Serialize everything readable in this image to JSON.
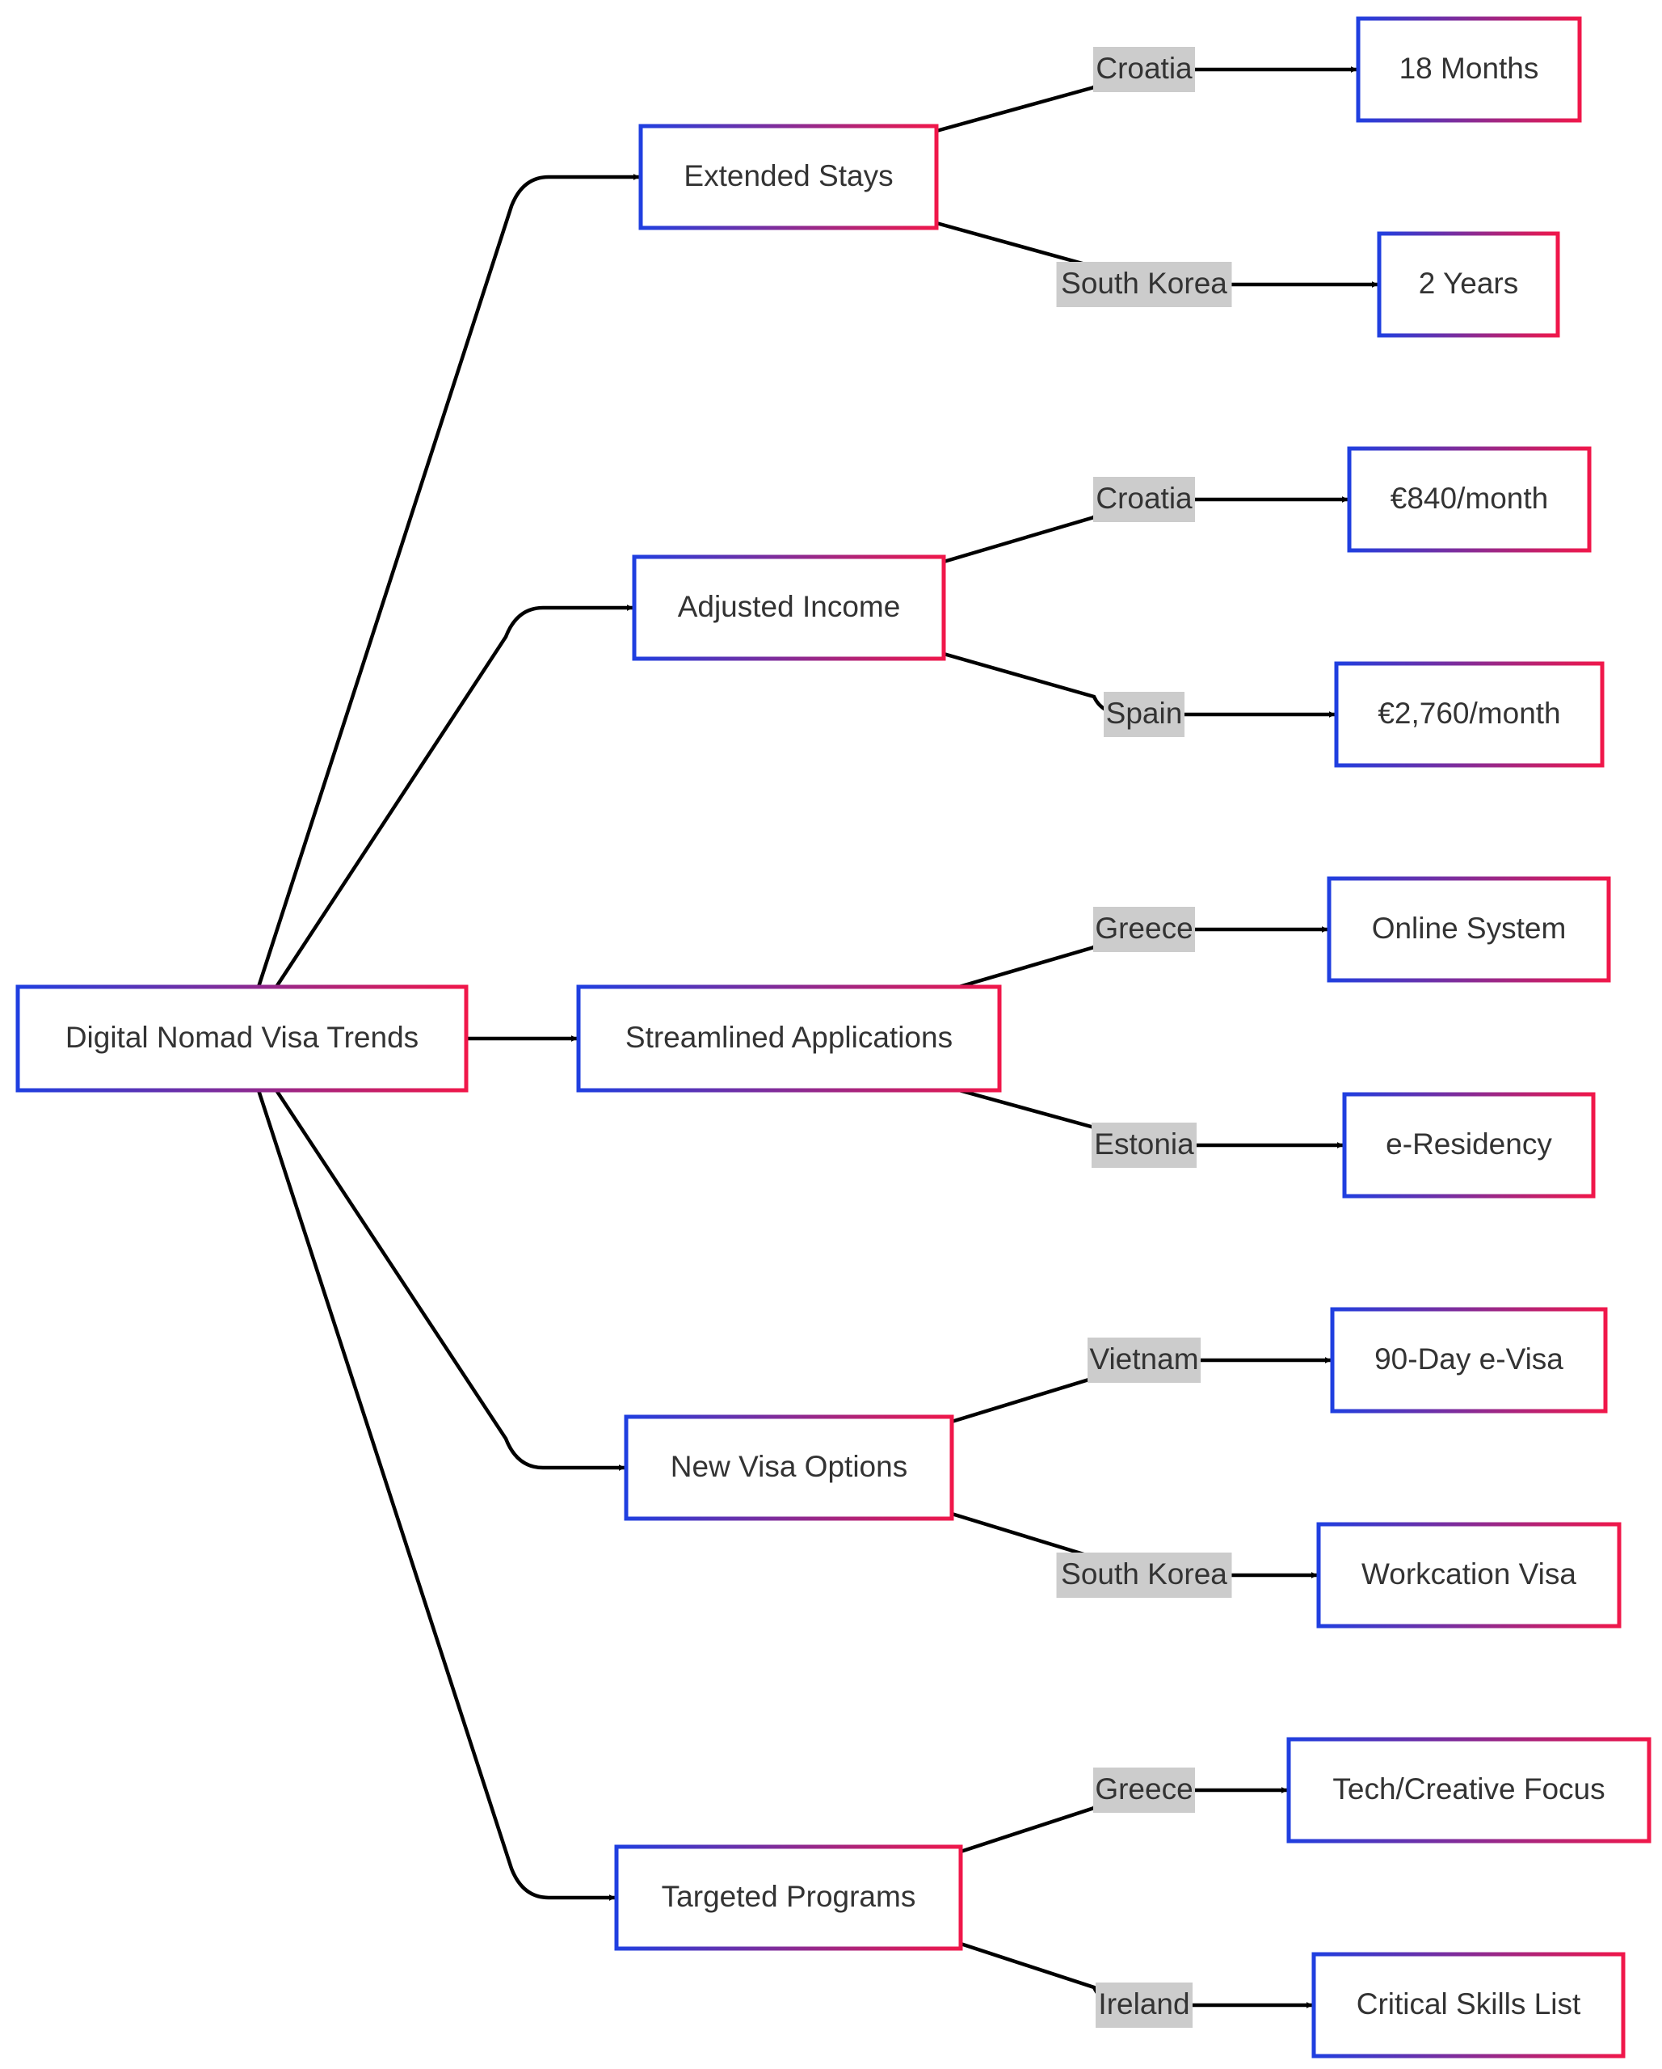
{
  "diagram": {
    "type": "flowchart",
    "direction": "left-to-right",
    "colors": {
      "border_start": "#1f3fe0",
      "border_end": "#f0174a",
      "edge": "#000000",
      "text": "#333333",
      "label_background": "#cccccc"
    },
    "root": {
      "id": "root",
      "label": "Digital Nomad Visa Trends"
    },
    "branches": [
      {
        "id": "extended-stays",
        "label": "Extended Stays",
        "children": [
          {
            "id": "18-months",
            "edge_label": "Croatia",
            "label": "18 Months"
          },
          {
            "id": "2-years",
            "edge_label": "South Korea",
            "label": "2 Years"
          }
        ]
      },
      {
        "id": "adjusted-income",
        "label": "Adjusted Income",
        "children": [
          {
            "id": "840-month",
            "edge_label": "Croatia",
            "label": "€840/month"
          },
          {
            "id": "2760-month",
            "edge_label": "Spain",
            "label": "€2,760/month"
          }
        ]
      },
      {
        "id": "streamlined-applications",
        "label": "Streamlined Applications",
        "children": [
          {
            "id": "online-system",
            "edge_label": "Greece",
            "label": "Online System"
          },
          {
            "id": "e-residency",
            "edge_label": "Estonia",
            "label": "e-Residency"
          }
        ]
      },
      {
        "id": "new-visa-options",
        "label": "New Visa Options",
        "children": [
          {
            "id": "90-day-e-visa",
            "edge_label": "Vietnam",
            "label": "90-Day e-Visa"
          },
          {
            "id": "workcation-visa",
            "edge_label": "South Korea",
            "label": "Workcation Visa"
          }
        ]
      },
      {
        "id": "targeted-programs",
        "label": "Targeted Programs",
        "children": [
          {
            "id": "tech-creative-focus",
            "edge_label": "Greece",
            "label": "Tech/Creative Focus"
          },
          {
            "id": "critical-skills-list",
            "edge_label": "Ireland",
            "label": "Critical Skills List"
          }
        ]
      }
    ]
  }
}
